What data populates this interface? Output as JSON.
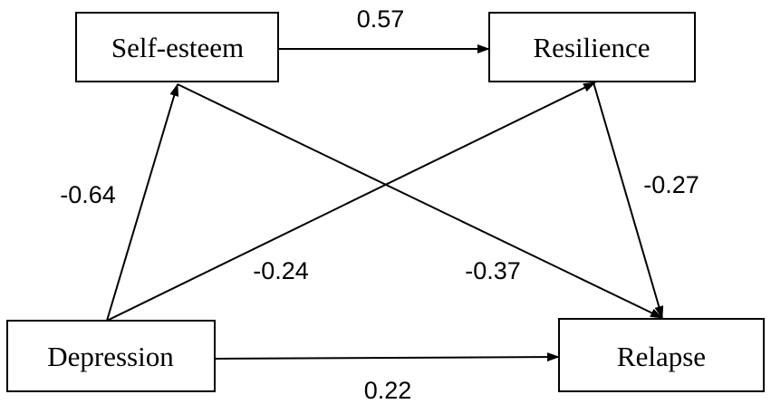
{
  "diagram": {
    "nodes": {
      "self_esteem": "Self-esteem",
      "resilience": "Resilience",
      "depression": "Depression",
      "relapse": "Relapse"
    },
    "paths": {
      "self_esteem_to_resilience": "0.57",
      "depression_to_self_esteem": "-0.64",
      "depression_to_resilience": "-0.24",
      "self_esteem_to_relapse": "-0.37",
      "resilience_to_relapse": "-0.27",
      "depression_to_relapse": "0.22"
    }
  }
}
